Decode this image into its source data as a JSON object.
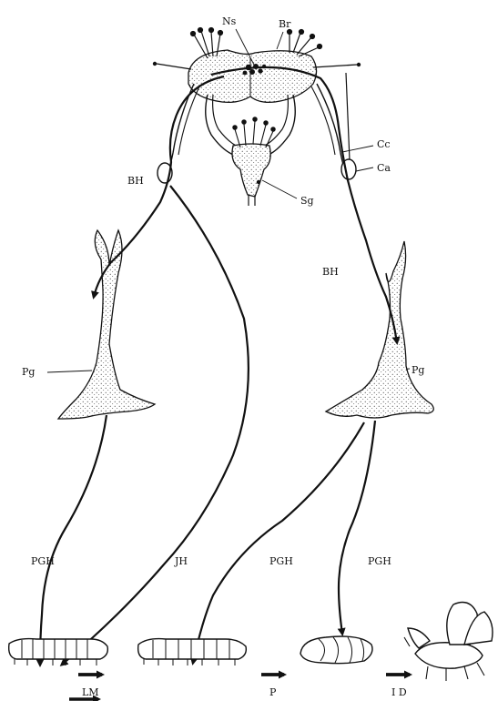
{
  "labels": {
    "ns": "Ns",
    "br": "Br",
    "cc": "Cc",
    "ca": "Ca",
    "sg": "Sg",
    "bh_left": "BH",
    "bh_right": "BH",
    "pg_left": "Pg",
    "pg_right": "Pg",
    "pgh_1": "PGH",
    "jh": "JH",
    "pgh_2": "PGH",
    "pgh_3": "PGH",
    "lm": "LM",
    "p": "P",
    "id": "I D"
  }
}
